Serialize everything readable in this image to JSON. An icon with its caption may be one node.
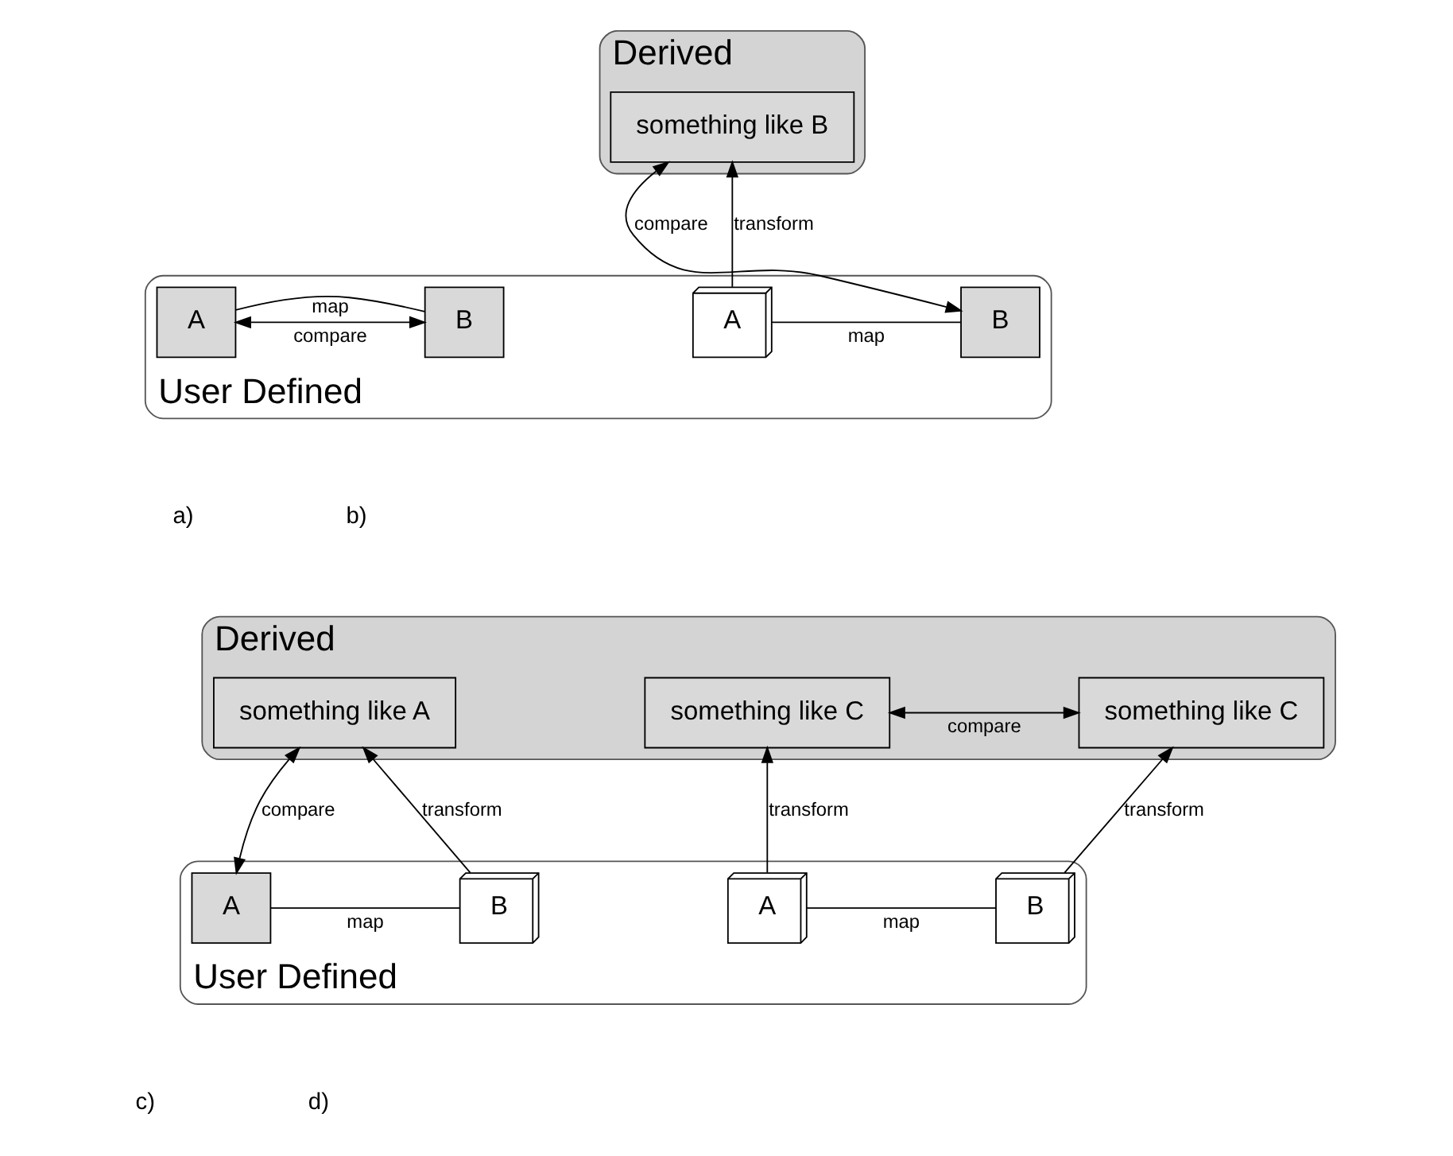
{
  "diagram": {
    "nodes": [
      {
        "text": [
          "Derived"
        ]
      },
      {
        "text": [
          "something like B"
        ],
        "in": 0
      },
      {
        "text": [
          "User Defined"
        ]
      },
      {
        "text": [
          "A"
        ],
        "in": 2
      },
      {
        "text": [
          "B"
        ],
        "in": 2
      },
      {
        "text": [
          "A"
        ],
        "in": 2
      },
      {
        "text": [
          "B"
        ],
        "in": 2
      },
      {
        "text": [
          "Derived"
        ]
      },
      {
        "text": [
          "something like A"
        ],
        "in": 7
      },
      {
        "text": [
          "something like C"
        ],
        "in": 7
      },
      {
        "text": [
          "something like C"
        ],
        "in": 7
      },
      {
        "text": [
          "User Defined"
        ]
      },
      {
        "text": [
          "A"
        ],
        "in": 11
      },
      {
        "text": [
          "B"
        ],
        "in": 11
      },
      {
        "text": [
          "A"
        ],
        "in": 11
      },
      {
        "text": [
          "B"
        ],
        "in": 11
      }
    ],
    "edges": [
      {
        "from": 3,
        "to": 4,
        "arrow": "both",
        "label": "compare"
      },
      {
        "from": 3,
        "to": 4,
        "arrow": "none",
        "label": "map"
      },
      {
        "from": 5,
        "to": 1,
        "arrow": "to",
        "label": "transform"
      },
      {
        "from": 1,
        "to": 6,
        "arrow": "both",
        "label": "compare"
      },
      {
        "from": 5,
        "to": 6,
        "arrow": "none",
        "label": "map"
      },
      {
        "from": 13,
        "to": 8,
        "arrow": "to",
        "label": "transform"
      },
      {
        "from": 8,
        "to": 12,
        "arrow": "both",
        "label": "compare"
      },
      {
        "from": 12,
        "to": 13,
        "arrow": "none",
        "label": "map"
      },
      {
        "from": 14,
        "to": 9,
        "arrow": "to",
        "label": "transform"
      },
      {
        "from": 9,
        "to": 10,
        "arrow": "both",
        "label": "compare"
      },
      {
        "from": 15,
        "to": 10,
        "arrow": "to",
        "label": "transform"
      },
      {
        "from": 14,
        "to": 15,
        "arrow": "none",
        "label": "map"
      }
    ],
    "labels": [
      "a)",
      "b)",
      "c)",
      "d)"
    ]
  }
}
